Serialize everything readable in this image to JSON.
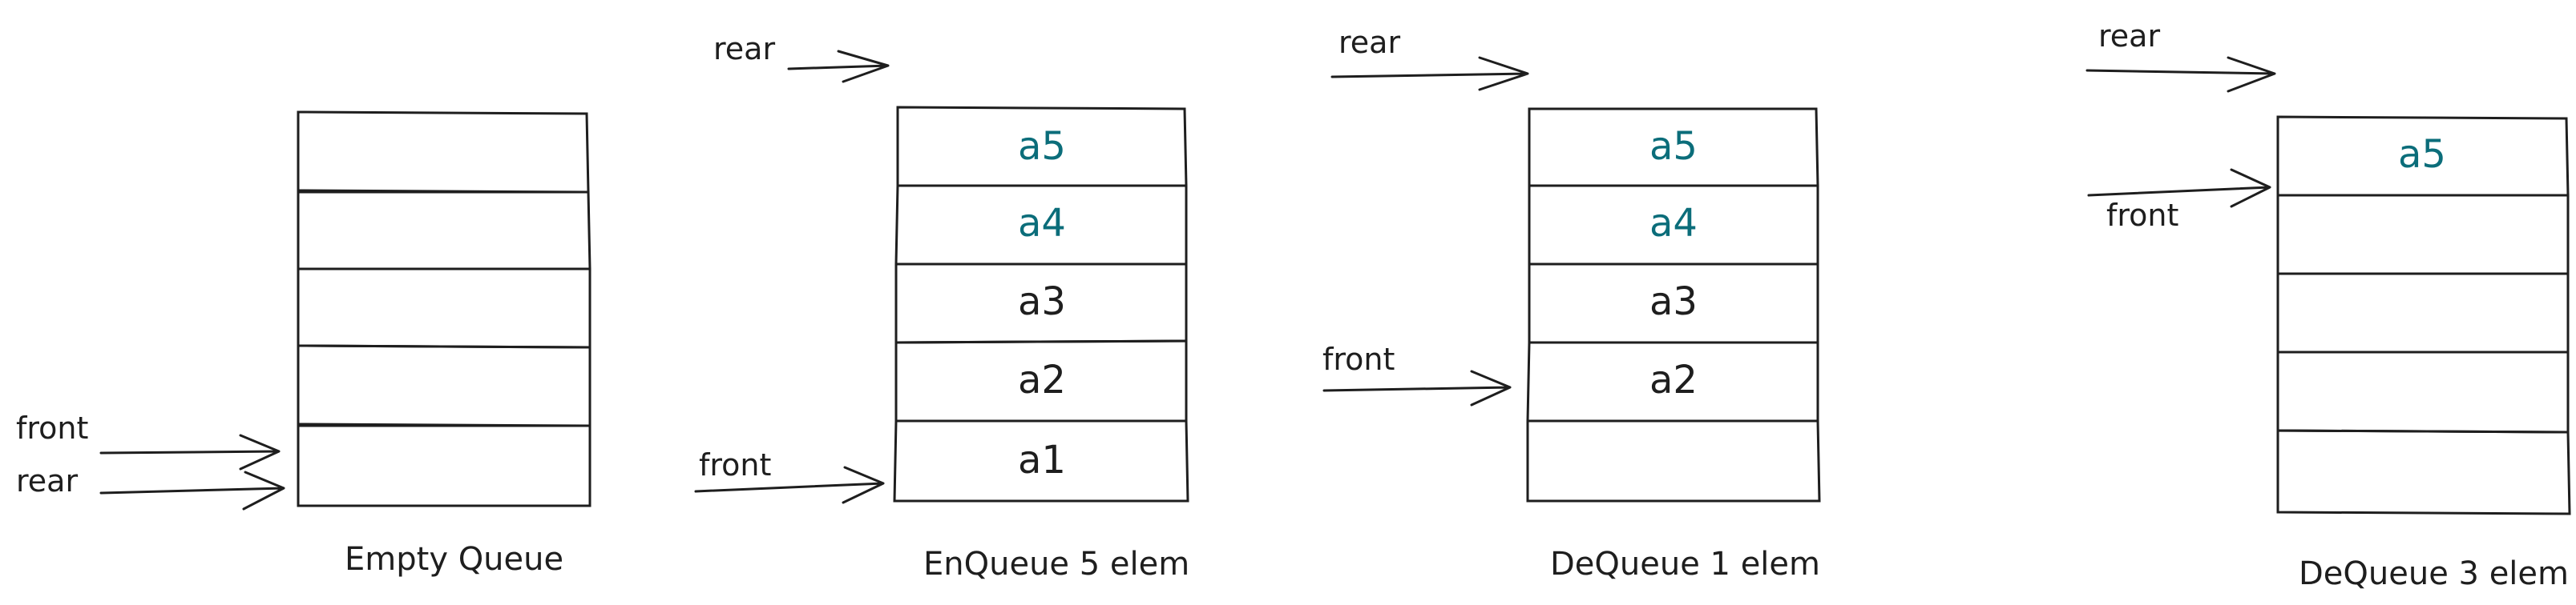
{
  "colors": {
    "ink": "#1e1e1e",
    "recent": "#0b6d7a"
  },
  "panels": [
    {
      "caption": "Empty Queue",
      "cells": [
        "",
        "",
        "",
        "",
        ""
      ],
      "cell_colors": [
        "ink",
        "ink",
        "ink",
        "ink",
        "ink"
      ],
      "pointers": [
        {
          "label": "front",
          "points_to_cell": 4
        },
        {
          "label": "rear",
          "points_to_cell": 4
        }
      ]
    },
    {
      "caption": "EnQueue 5 elem",
      "cells": [
        "a5",
        "a4",
        "a3",
        "a2",
        "a1"
      ],
      "cell_colors": [
        "recent",
        "recent",
        "ink",
        "ink",
        "ink"
      ],
      "pointers": [
        {
          "label": "rear",
          "points_to_cell": -1
        },
        {
          "label": "front",
          "points_to_cell": 4
        }
      ]
    },
    {
      "caption": "DeQueue 1 elem",
      "cells": [
        "a5",
        "a4",
        "a3",
        "a2",
        ""
      ],
      "cell_colors": [
        "recent",
        "recent",
        "ink",
        "ink",
        "ink"
      ],
      "pointers": [
        {
          "label": "rear",
          "points_to_cell": -1
        },
        {
          "label": "front",
          "points_to_cell": 3
        }
      ]
    },
    {
      "caption": "DeQueue 3 elem",
      "cells": [
        "a5",
        "",
        "",
        "",
        ""
      ],
      "cell_colors": [
        "recent",
        "ink",
        "ink",
        "ink",
        "ink"
      ],
      "pointers": [
        {
          "label": "rear",
          "points_to_cell": -1
        },
        {
          "label": "front",
          "points_to_cell": 0
        }
      ]
    }
  ]
}
